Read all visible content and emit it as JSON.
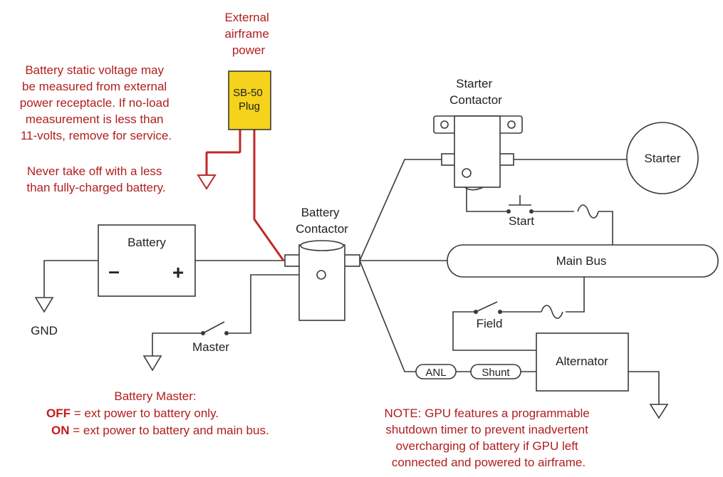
{
  "notes": {
    "external_power": [
      "External",
      "airframe",
      "power"
    ],
    "static_voltage": [
      "Battery static voltage may",
      "be measured from external",
      "power receptacle. If no-load",
      "measurement is less than",
      "11-volts, remove for service."
    ],
    "never_takeoff": [
      "Never take off with a less",
      "than fully-charged battery."
    ],
    "battery_master_title": "Battery Master:",
    "off_keyword": "OFF",
    "off_text": " = ext power to battery only.",
    "on_keyword": "ON",
    "on_text": " = ext power to battery and main bus.",
    "gpu_note": [
      "NOTE: GPU features a programmable",
      "shutdown timer to prevent inadvertent",
      "overcharging of battery if GPU left",
      "connected and powered to airframe."
    ]
  },
  "components": {
    "plug": [
      "SB-50",
      "Plug"
    ],
    "starter_contactor": [
      "Starter",
      "Contactor"
    ],
    "starter": "Starter",
    "battery_contactor": [
      "Battery",
      "Contactor"
    ],
    "battery": "Battery",
    "battery_minus": "–",
    "battery_plus": "+",
    "main_bus": "Main Bus",
    "alternator": "Alternator",
    "gnd": "GND",
    "master_switch": "Master",
    "start_switch": "Start",
    "field_switch": "Field",
    "anl": "ANL",
    "shunt": "Shunt"
  },
  "colors": {
    "note_red": "#b01e1e",
    "plug_yellow": "#f5d21c",
    "wire_dark": "#3a3a3a",
    "wire_red": "#c0282a"
  }
}
